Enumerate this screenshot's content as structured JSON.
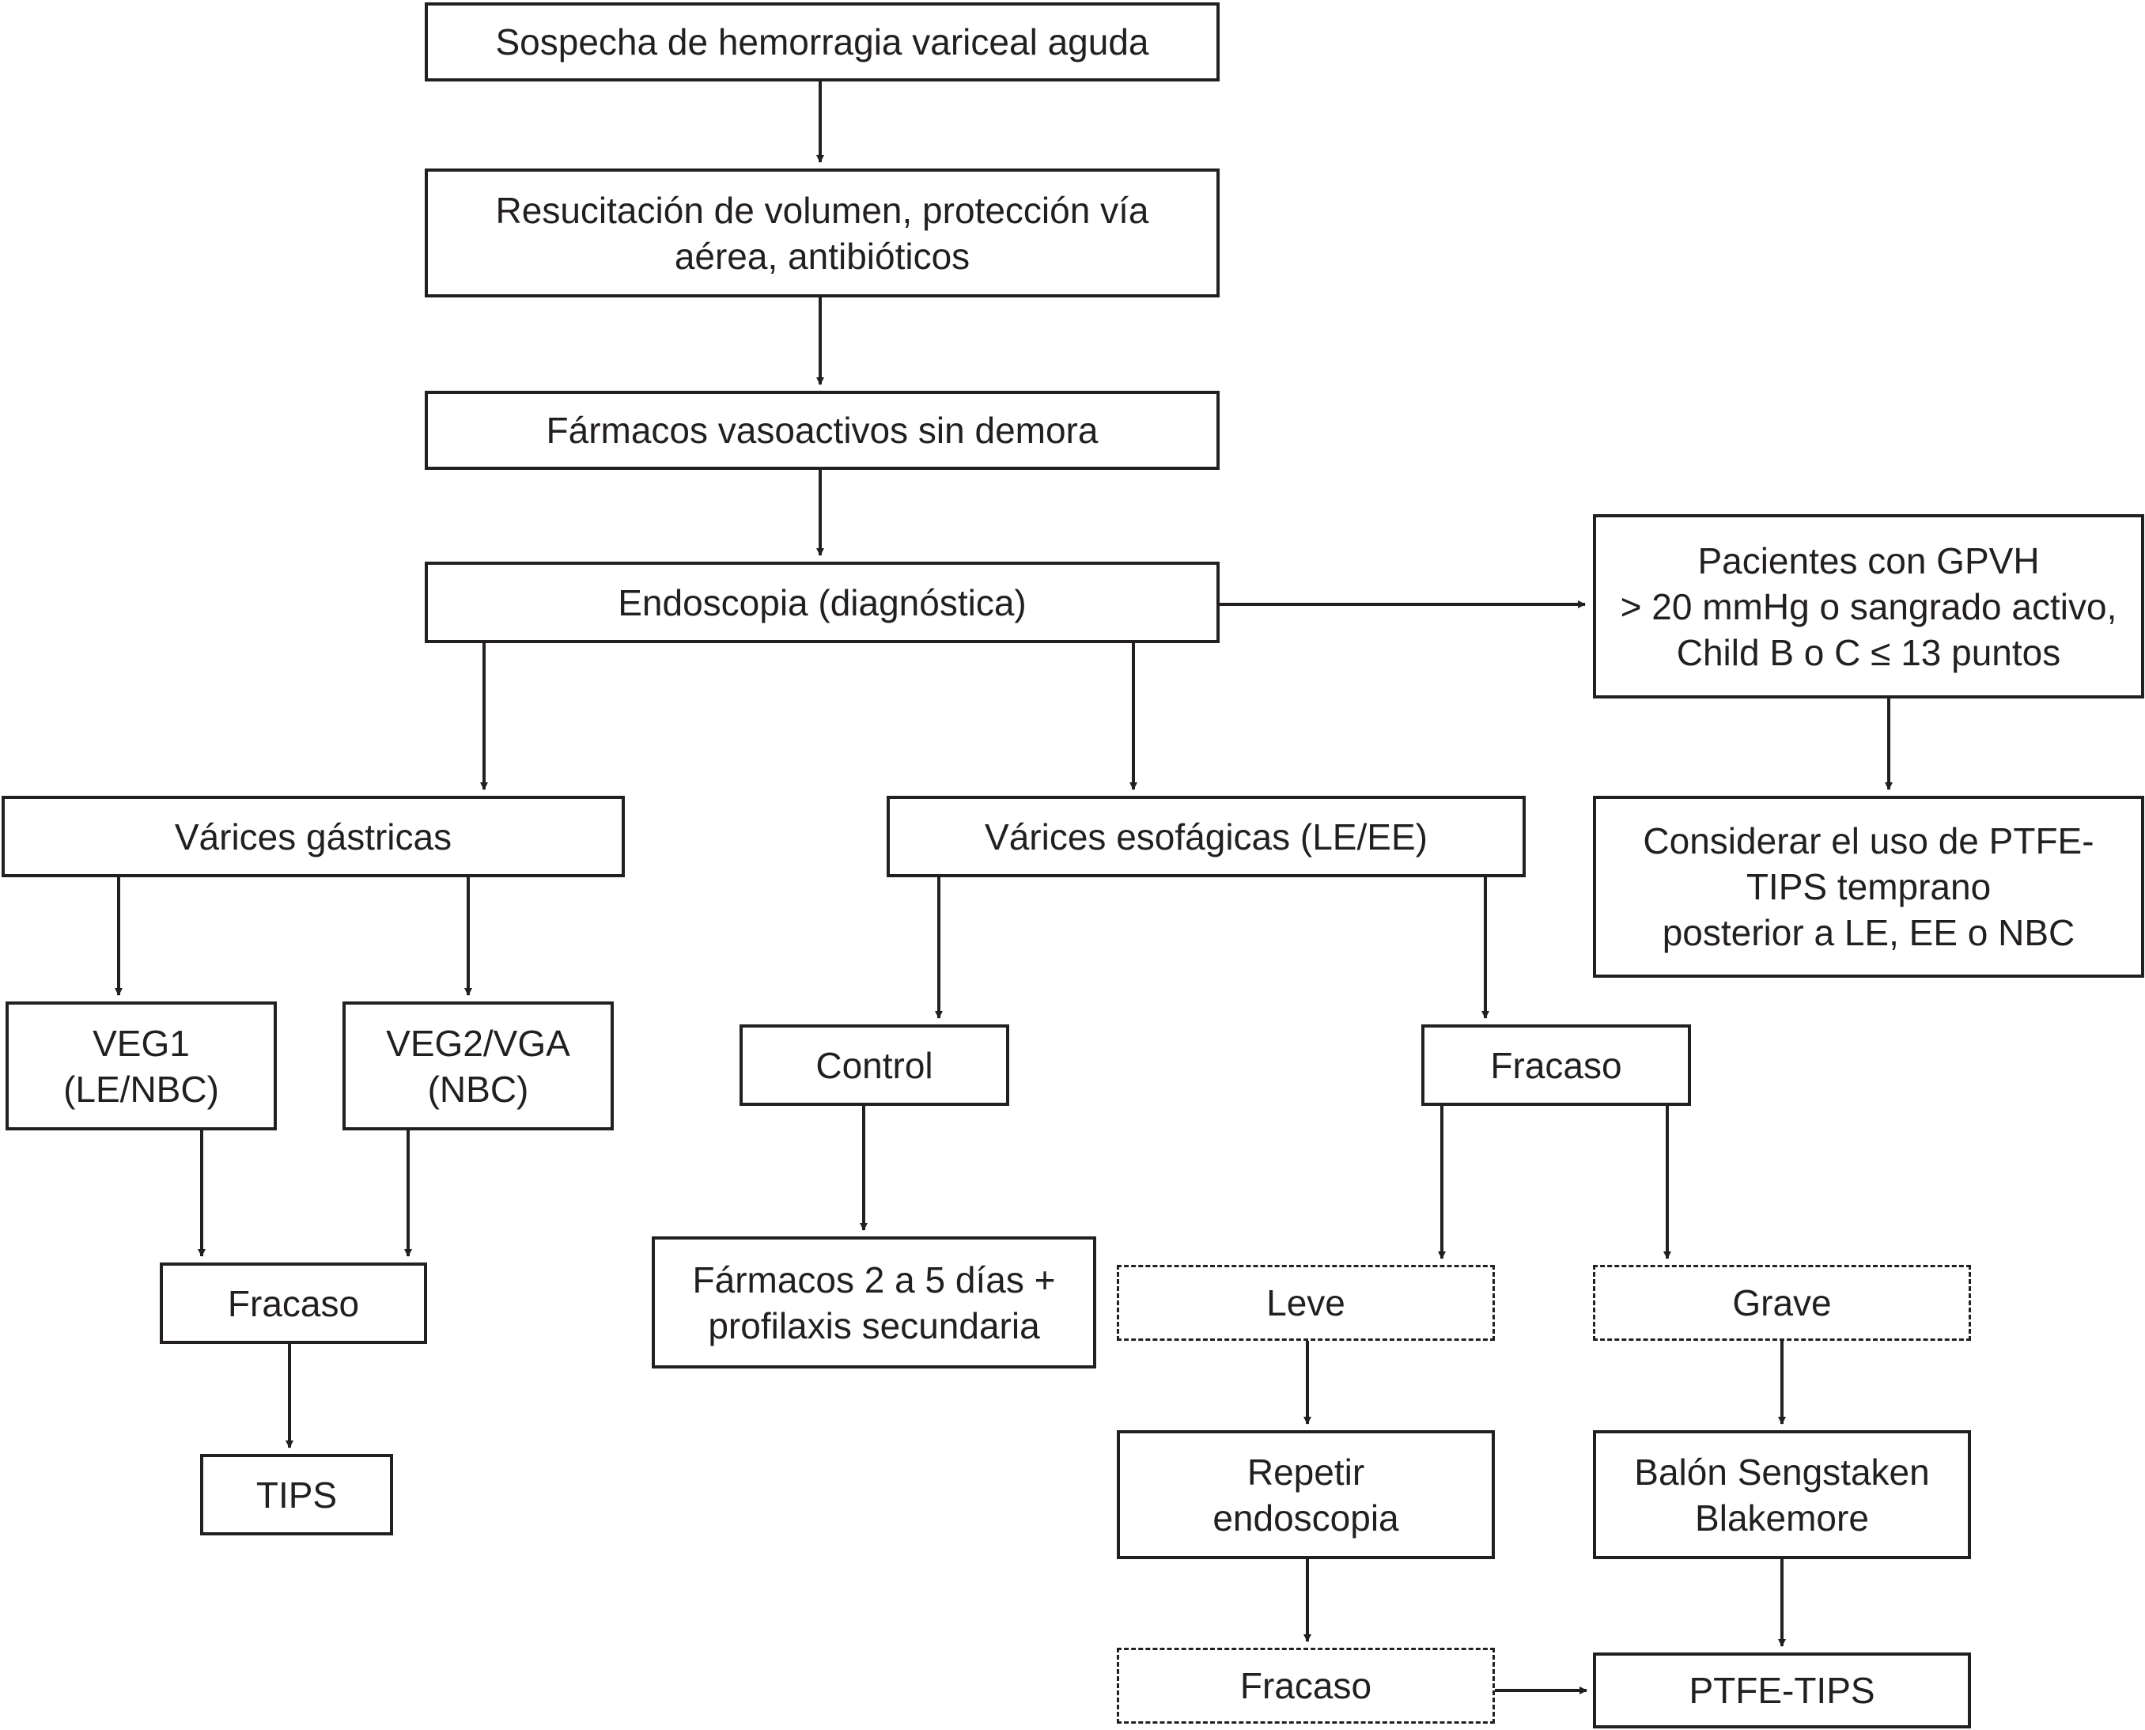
{
  "nodes": {
    "sospecha": "Sospecha de hemorragia variceal aguda",
    "resucitacion": "Resucitación de volumen, protección vía\naérea, antibióticos",
    "farmacos": "Fármacos vasoactivos sin demora",
    "endoscopia": "Endoscopia (diagnóstica)",
    "pacientes_gpvh": "Pacientes con GPVH\n> 20 mmHg o sangrado activo,\nChild B o C ≤ 13 puntos",
    "considerar_tips": "Considerar el uso de PTFE-\nTIPS temprano\nposterior a LE, EE o NBC",
    "varices_gastricas": "Várices gástricas",
    "varices_esofagicas": "Várices esofágicas (LE/EE)",
    "veg1": "VEG1\n(LE/NBC)",
    "veg2_vga": "VEG2/VGA\n(NBC)",
    "fracaso_gastricas": "Fracaso",
    "tips": "TIPS",
    "control": "Control",
    "fracaso_esofagicas": "Fracaso",
    "farmacos_profilaxis": "Fármacos 2 a 5 días +\nprofilaxis secundaria",
    "leve": "Leve",
    "grave": "Grave",
    "repetir_endoscopia": "Repetir\nendoscopia",
    "balon": "Balón Sengstaken\nBlakemore",
    "fracaso_final": "Fracaso",
    "ptfe_tips": "PTFE-TIPS"
  },
  "edges": [
    {
      "from": "sospecha",
      "to": "resucitacion"
    },
    {
      "from": "resucitacion",
      "to": "farmacos"
    },
    {
      "from": "farmacos",
      "to": "endoscopia"
    },
    {
      "from": "endoscopia",
      "to": "pacientes_gpvh"
    },
    {
      "from": "pacientes_gpvh",
      "to": "considerar_tips"
    },
    {
      "from": "endoscopia",
      "to": "varices_gastricas"
    },
    {
      "from": "endoscopia",
      "to": "varices_esofagicas"
    },
    {
      "from": "varices_gastricas",
      "to": "veg1"
    },
    {
      "from": "varices_gastricas",
      "to": "veg2_vga"
    },
    {
      "from": "veg1",
      "to": "fracaso_gastricas"
    },
    {
      "from": "veg2_vga",
      "to": "fracaso_gastricas"
    },
    {
      "from": "fracaso_gastricas",
      "to": "tips"
    },
    {
      "from": "varices_esofagicas",
      "to": "control"
    },
    {
      "from": "varices_esofagicas",
      "to": "fracaso_esofagicas"
    },
    {
      "from": "control",
      "to": "farmacos_profilaxis"
    },
    {
      "from": "fracaso_esofagicas",
      "to": "leve"
    },
    {
      "from": "fracaso_esofagicas",
      "to": "grave"
    },
    {
      "from": "leve",
      "to": "repetir_endoscopia"
    },
    {
      "from": "grave",
      "to": "balon"
    },
    {
      "from": "repetir_endoscopia",
      "to": "fracaso_final"
    },
    {
      "from": "balon",
      "to": "ptfe_tips"
    },
    {
      "from": "fracaso_final",
      "to": "ptfe_tips"
    }
  ],
  "colors": {
    "stroke": "#231f20",
    "background": "#ffffff"
  }
}
